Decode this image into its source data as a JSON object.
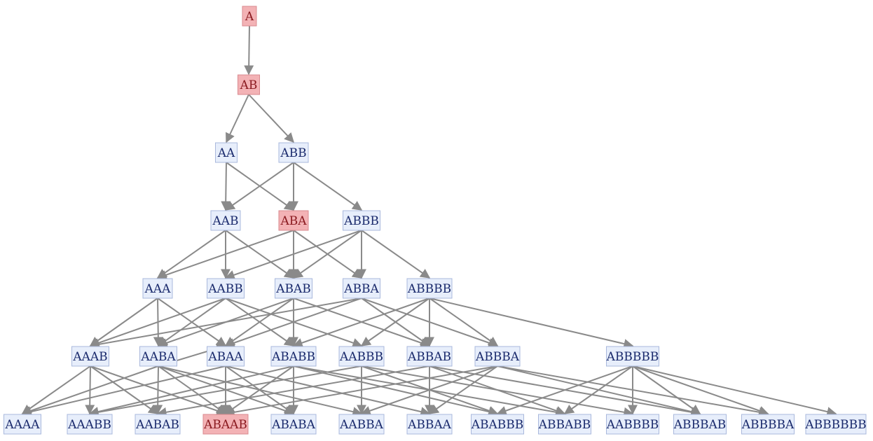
{
  "colors": {
    "node_fill": "#e7eefb",
    "node_stroke": "#a9b8dc",
    "node_text": "#1a2a6c",
    "highlight_fill": "#f3b2b5",
    "highlight_stroke": "#d98a8f",
    "highlight_text": "#8a1a20",
    "edge": "#8a8a8a"
  },
  "diagram": {
    "type": "directed-graph",
    "nodes": [
      {
        "id": "A",
        "label": "A",
        "level": 0,
        "highlight": true
      },
      {
        "id": "AB",
        "label": "AB",
        "level": 1,
        "highlight": true
      },
      {
        "id": "AA",
        "label": "AA",
        "level": 2
      },
      {
        "id": "ABB",
        "label": "ABB",
        "level": 2
      },
      {
        "id": "AAB",
        "label": "AAB",
        "level": 3
      },
      {
        "id": "ABA",
        "label": "ABA",
        "level": 3,
        "highlight": true
      },
      {
        "id": "ABBB",
        "label": "ABBB",
        "level": 3
      },
      {
        "id": "AAA",
        "label": "AAA",
        "level": 4
      },
      {
        "id": "AABB",
        "label": "AABB",
        "level": 4
      },
      {
        "id": "ABAB",
        "label": "ABAB",
        "level": 4
      },
      {
        "id": "ABBA",
        "label": "ABBA",
        "level": 4
      },
      {
        "id": "ABBBB",
        "label": "ABBBB",
        "level": 4
      },
      {
        "id": "AAAB",
        "label": "AAAB",
        "level": 5
      },
      {
        "id": "AABA",
        "label": "AABA",
        "level": 5
      },
      {
        "id": "ABAA",
        "label": "ABAA",
        "level": 5
      },
      {
        "id": "ABABB",
        "label": "ABABB",
        "level": 5
      },
      {
        "id": "AABBB",
        "label": "AABBB",
        "level": 5
      },
      {
        "id": "ABBAB",
        "label": "ABBAB",
        "level": 5
      },
      {
        "id": "ABBBA",
        "label": "ABBBA",
        "level": 5
      },
      {
        "id": "ABBBBB",
        "label": "ABBBBB",
        "level": 5
      },
      {
        "id": "AAAA",
        "label": "AAAA",
        "level": 6
      },
      {
        "id": "AAABB",
        "label": "AAABB",
        "level": 6
      },
      {
        "id": "AABAB",
        "label": "AABAB",
        "level": 6
      },
      {
        "id": "ABAAB",
        "label": "ABAAB",
        "level": 6,
        "highlight": true
      },
      {
        "id": "ABABA",
        "label": "ABABA",
        "level": 6
      },
      {
        "id": "AABBA",
        "label": "AABBA",
        "level": 6
      },
      {
        "id": "ABBAA",
        "label": "ABBAA",
        "level": 6
      },
      {
        "id": "ABABBB",
        "label": "ABABBB",
        "level": 6
      },
      {
        "id": "ABBABB",
        "label": "ABBABB",
        "level": 6
      },
      {
        "id": "AABBBB",
        "label": "AABBBB",
        "level": 6
      },
      {
        "id": "ABBBAB",
        "label": "ABBBAB",
        "level": 6
      },
      {
        "id": "ABBBBA",
        "label": "ABBBBA",
        "level": 6
      },
      {
        "id": "ABBBBBB",
        "label": "ABBBBBB",
        "level": 6
      }
    ],
    "edges": [
      [
        "A",
        "AB"
      ],
      [
        "AB",
        "AA"
      ],
      [
        "AB",
        "ABB"
      ],
      [
        "AA",
        "AAB"
      ],
      [
        "AA",
        "ABA"
      ],
      [
        "ABB",
        "AAB"
      ],
      [
        "ABB",
        "ABA"
      ],
      [
        "ABB",
        "ABBB"
      ],
      [
        "AAB",
        "AAA"
      ],
      [
        "AAB",
        "AABB"
      ],
      [
        "AAB",
        "ABAB"
      ],
      [
        "ABA",
        "AAA"
      ],
      [
        "ABA",
        "ABAB"
      ],
      [
        "ABA",
        "ABBA"
      ],
      [
        "ABBB",
        "AABB"
      ],
      [
        "ABBB",
        "ABAB"
      ],
      [
        "ABBB",
        "ABBA"
      ],
      [
        "ABBB",
        "ABBBB"
      ],
      [
        "AAA",
        "AAAB"
      ],
      [
        "AAA",
        "AABA"
      ],
      [
        "AAA",
        "ABAA"
      ],
      [
        "AABB",
        "AAAB"
      ],
      [
        "AABB",
        "AABA"
      ],
      [
        "AABB",
        "ABABB"
      ],
      [
        "AABB",
        "AABBB"
      ],
      [
        "ABAB",
        "AABA"
      ],
      [
        "AABA",
        "ABAA"
      ],
      [
        "ABAB",
        "ABAA"
      ],
      [
        "ABAB",
        "ABABB"
      ],
      [
        "ABAB",
        "ABBAB"
      ],
      [
        "ABBA",
        "AAAB"
      ],
      [
        "ABBA",
        "ABAA"
      ],
      [
        "ABBA",
        "ABBAB"
      ],
      [
        "ABBA",
        "ABBBA"
      ],
      [
        "ABBBB",
        "AABBB"
      ],
      [
        "ABBBB",
        "ABABB"
      ],
      [
        "ABBBB",
        "ABBAB"
      ],
      [
        "ABBBB",
        "ABBBA"
      ],
      [
        "ABBBB",
        "ABBBBB"
      ],
      [
        "AAAB",
        "AAAA"
      ],
      [
        "AAAB",
        "AAABB"
      ],
      [
        "AAAB",
        "AABAB"
      ],
      [
        "AAAB",
        "ABAAB"
      ],
      [
        "AABA",
        "AAAA"
      ],
      [
        "AABA",
        "AABAB"
      ],
      [
        "AABA",
        "ABAAB"
      ],
      [
        "AABA",
        "ABABA"
      ],
      [
        "AABA",
        "AABBA"
      ],
      [
        "ABAA",
        "AAAA"
      ],
      [
        "ABAA",
        "ABAAB"
      ],
      [
        "ABAA",
        "ABABA"
      ],
      [
        "ABAA",
        "ABBAA"
      ],
      [
        "ABABB",
        "AAABB"
      ],
      [
        "ABABB",
        "ABAAB"
      ],
      [
        "ABABB",
        "ABABA"
      ],
      [
        "ABABB",
        "ABABBB"
      ],
      [
        "ABABB",
        "ABBABB"
      ],
      [
        "AABBB",
        "AAABB"
      ],
      [
        "AABBB",
        "AABBA"
      ],
      [
        "AABBB",
        "ABABBB"
      ],
      [
        "AABBB",
        "AABBBB"
      ],
      [
        "ABBAB",
        "AABAB"
      ],
      [
        "ABBAB",
        "ABBAA"
      ],
      [
        "ABBAB",
        "ABBABB"
      ],
      [
        "ABBAB",
        "ABBBAB"
      ],
      [
        "ABBBA",
        "ABAAB"
      ],
      [
        "ABBBA",
        "AABBA"
      ],
      [
        "ABBBA",
        "ABBAA"
      ],
      [
        "ABBBA",
        "ABBBAB"
      ],
      [
        "ABBBA",
        "ABBBBA"
      ],
      [
        "ABBBBB",
        "ABABBB"
      ],
      [
        "ABBBBB",
        "ABBABB"
      ],
      [
        "ABBBBB",
        "AABBBB"
      ],
      [
        "ABBBBB",
        "ABBBAB"
      ],
      [
        "ABBBBB",
        "ABBBBA"
      ],
      [
        "ABBBBB",
        "ABBBBBB"
      ]
    ]
  }
}
